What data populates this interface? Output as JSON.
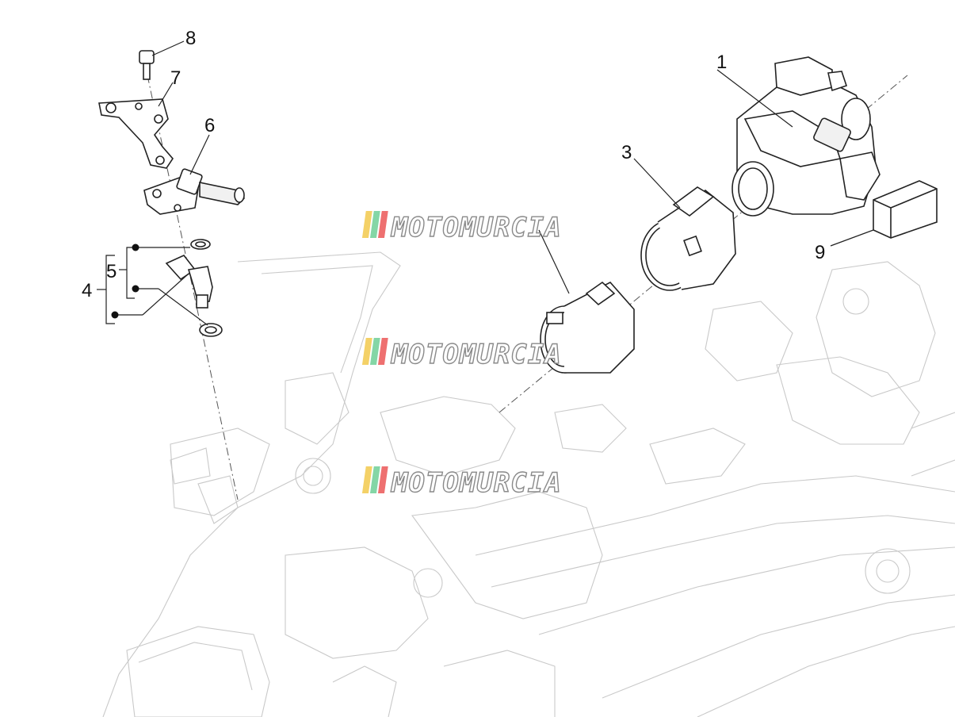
{
  "callouts": {
    "c1": "1",
    "c3": "3",
    "c4": "4",
    "c5": "5",
    "c6": "6",
    "c7": "7",
    "c8": "8",
    "c9": "9"
  },
  "watermark": {
    "text": "MOTOMURCIA",
    "stripe_colors": [
      "#f2c94c",
      "#6fcf97",
      "#eb5757"
    ]
  }
}
